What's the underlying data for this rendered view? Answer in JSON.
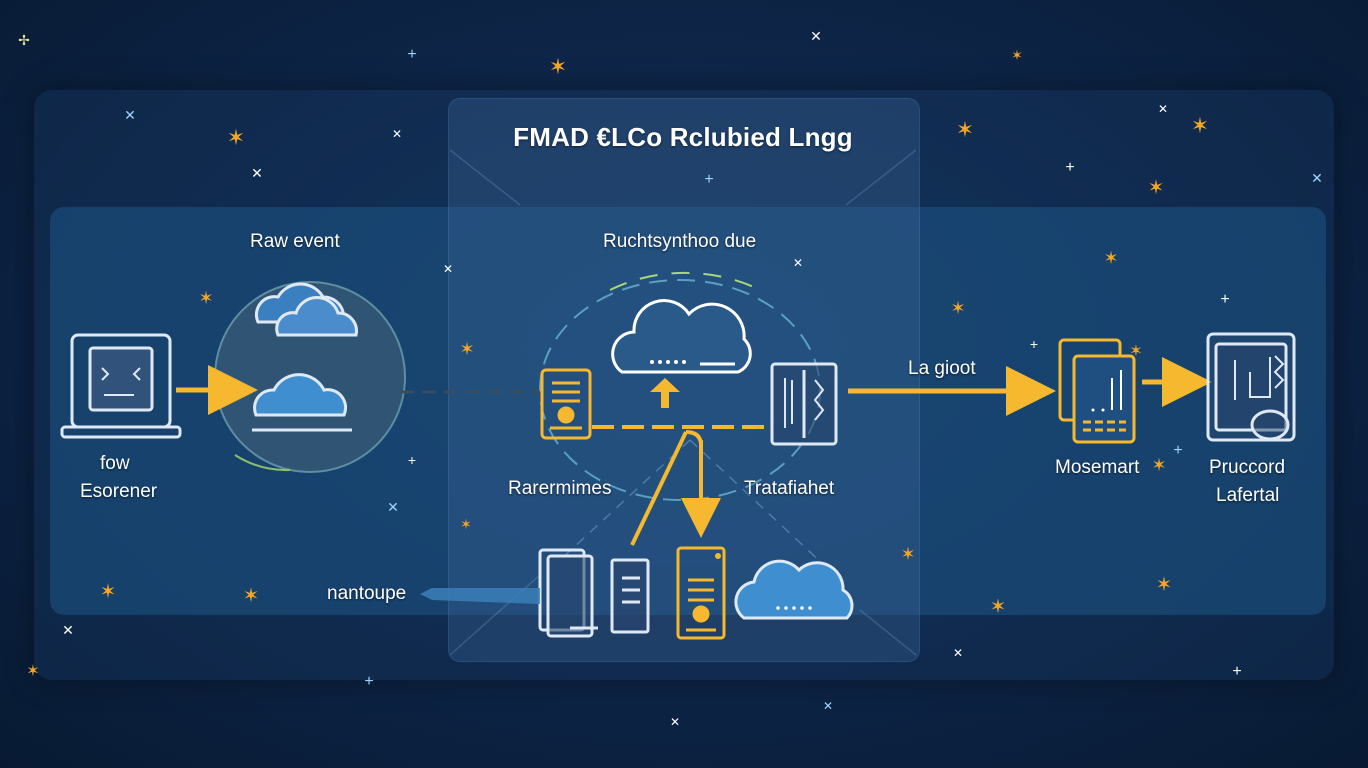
{
  "title": "FMAD €LCo Rclubied Lngg",
  "colors": {
    "background": "#0b1d38",
    "panel": "#1e5587",
    "accent_yellow": "#f5b82e",
    "icon_outline": "#dfe9f5",
    "cloud_fill": "#3f8fd0"
  },
  "nodes": {
    "source": {
      "label_line1": "fow",
      "label_line2": "Esorener",
      "icon": "laptop-icon"
    },
    "raw_event": {
      "label": "Raw event",
      "icon": "cloud-cluster-icon"
    },
    "hub": {
      "label": "Ruchtsynthoo due",
      "icon": "cloud-icon"
    },
    "left_node": {
      "label": "Rarermimes",
      "icon": "server-doc-icon"
    },
    "right_node": {
      "label": "Tratafiahet",
      "icon": "panel-icon"
    },
    "output_link": {
      "label": "La gioot"
    },
    "mosemart": {
      "label": "Mosemart",
      "icon": "chart-doc-icon"
    },
    "pruccord": {
      "label_line1": "Pruccord",
      "label_line2": "Lafertal",
      "icon": "report-icon"
    },
    "bottom_left": {
      "label": "nantoupe",
      "icon": "documents-icon"
    },
    "bottom_server": {
      "icon": "server-icon"
    },
    "bottom_cloud": {
      "icon": "cloud-icon"
    }
  }
}
